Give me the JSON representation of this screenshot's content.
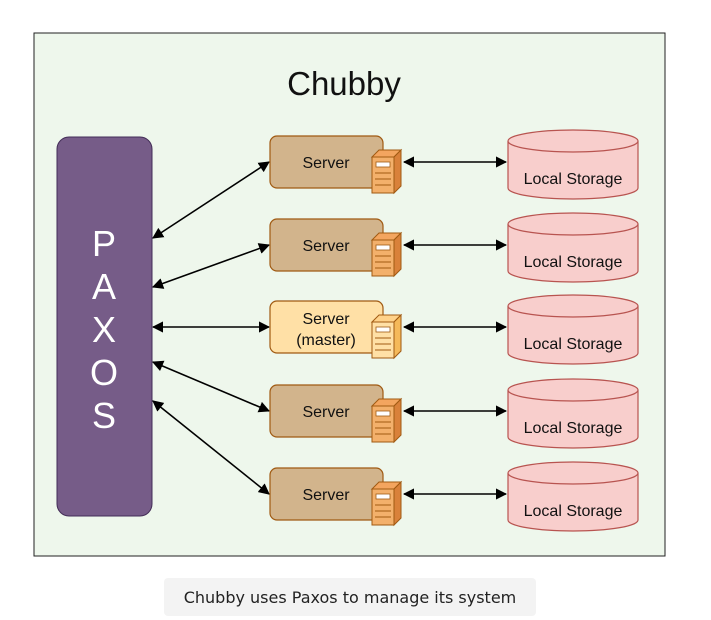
{
  "title": "Chubby",
  "paxos_label": [
    "P",
    "A",
    "X",
    "O",
    "S"
  ],
  "servers": [
    {
      "label": [
        "Server"
      ],
      "role": "normal"
    },
    {
      "label": [
        "Server"
      ],
      "role": "normal"
    },
    {
      "label": [
        "Server",
        "(master)"
      ],
      "role": "master"
    },
    {
      "label": [
        "Server"
      ],
      "role": "normal"
    },
    {
      "label": [
        "Server"
      ],
      "role": "normal"
    }
  ],
  "storage_label": "Local Storage",
  "caption": "Chubby uses Paxos to manage its system",
  "colors": {
    "frame_fill": "#eef7ec",
    "paxos_fill": "#765c88",
    "server_fill": "#d2b48c",
    "server_stroke": "#a05a12",
    "master_fill": "#ffe0a6",
    "storage_fill": "#f8cecc",
    "storage_stroke": "#b85450"
  },
  "icons": {
    "server": "server-tower-icon",
    "storage": "database-cylinder-icon"
  }
}
